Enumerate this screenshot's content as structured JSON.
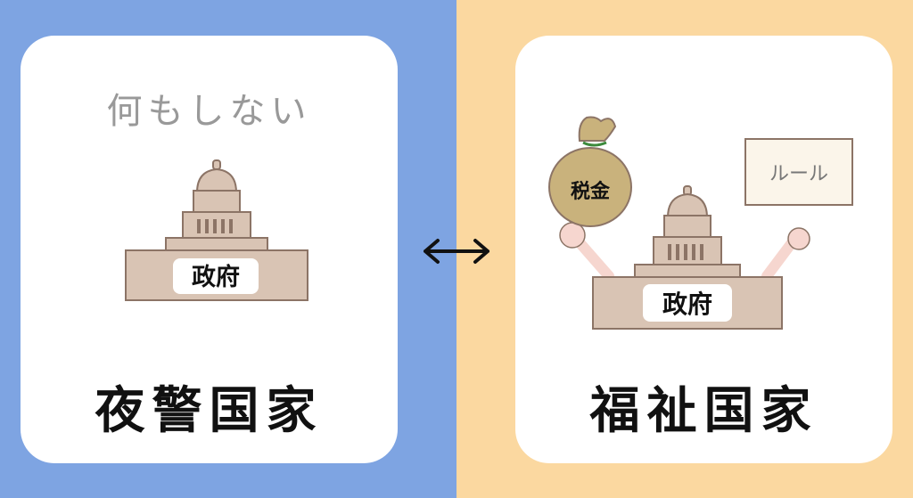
{
  "colors": {
    "left_background": "#7ea4e2",
    "right_background": "#fbd8a0",
    "building": "#d9c4b4",
    "building_stroke": "#8c7466",
    "money_bag": "#c9b27c",
    "sign_fill": "#fbf5ea",
    "arm": "#f6d6cf"
  },
  "left_panel": {
    "subtitle": "何もしない",
    "building_label": "政府",
    "caption": "夜警国家"
  },
  "arrow_icon": "left-right-arrow-icon",
  "right_panel": {
    "money_bag_label": "税金",
    "sign_label": "ルール",
    "building_label": "政府",
    "caption": "福祉国家"
  }
}
